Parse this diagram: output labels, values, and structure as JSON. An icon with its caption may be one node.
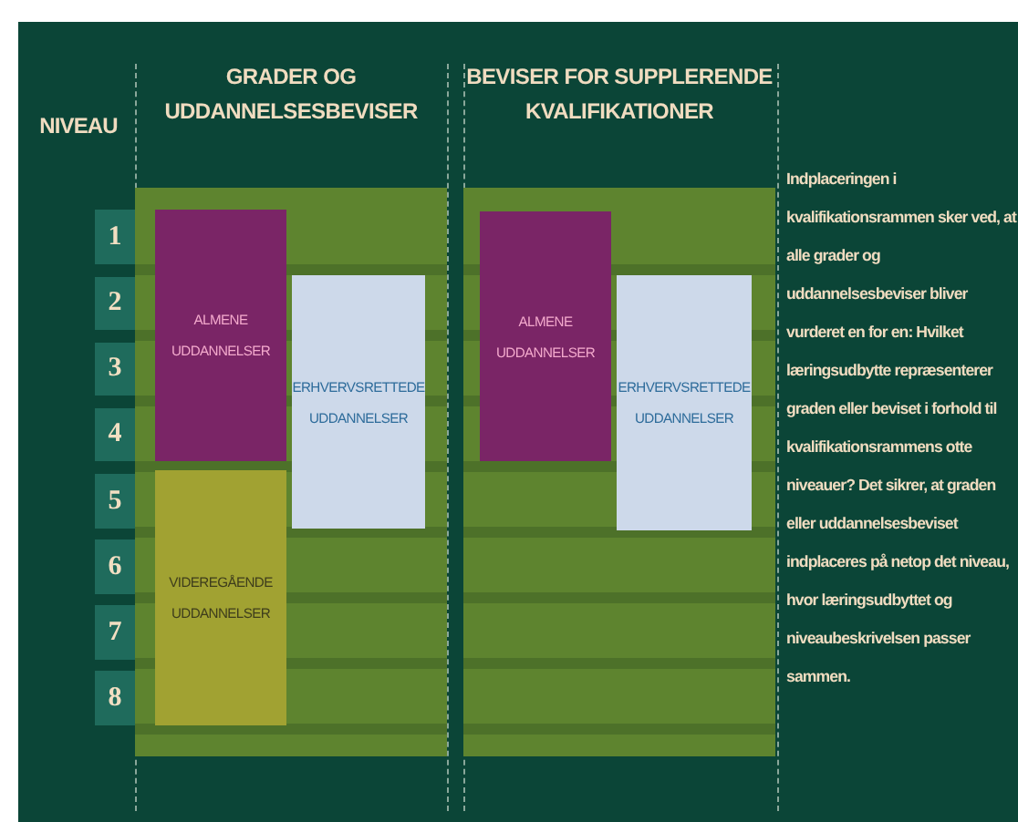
{
  "diagram": {
    "nodes": [
      {
        "text": [
          "1"
        ]
      },
      {
        "text": [
          "2"
        ]
      },
      {
        "text": [
          "3"
        ]
      },
      {
        "text": [
          "4"
        ]
      },
      {
        "text": [
          "5"
        ]
      },
      {
        "text": [
          "6"
        ]
      },
      {
        "text": [
          "7"
        ]
      },
      {
        "text": [
          "8"
        ]
      },
      {
        "text": [
          "GRADER OG UDDANNELSESBEVISER"
        ]
      },
      {
        "text": [
          "ALMENE UDDANNELSER"
        ],
        "in": 8
      },
      {
        "text": [
          "ERHVERVSRETTEDE UDDANNELSER"
        ],
        "in": 8
      },
      {
        "text": [
          "VIDEREGÅENDE UDDANNELSER"
        ],
        "in": 8
      },
      {
        "text": [
          "BEVISER FOR SUPPLERENDE KVALIFIKATIONER"
        ]
      },
      {
        "text": [
          "ALMENE UDDANNELSER"
        ],
        "in": 12
      },
      {
        "text": [
          "ERHVERVSRETTEDE UDDANNELSER"
        ],
        "in": 12
      }
    ],
    "labels": [
      "NIVEAU",
      "Indplaceringen i kvalifikationsrammen sker ved, at alle grader og uddannelsesbeviser bliver vurderet en for en: Hvilket læringsudbytte repræsenterer graden eller beviset i forhold til kvalifikationsrammens otte niveauer? Det sikrer, at graden eller uddannelsesbeviset indplaceres på netop det niveau, hvor læringsudbyttet og niveaubeskrivelsen passer sammen."
    ]
  }
}
